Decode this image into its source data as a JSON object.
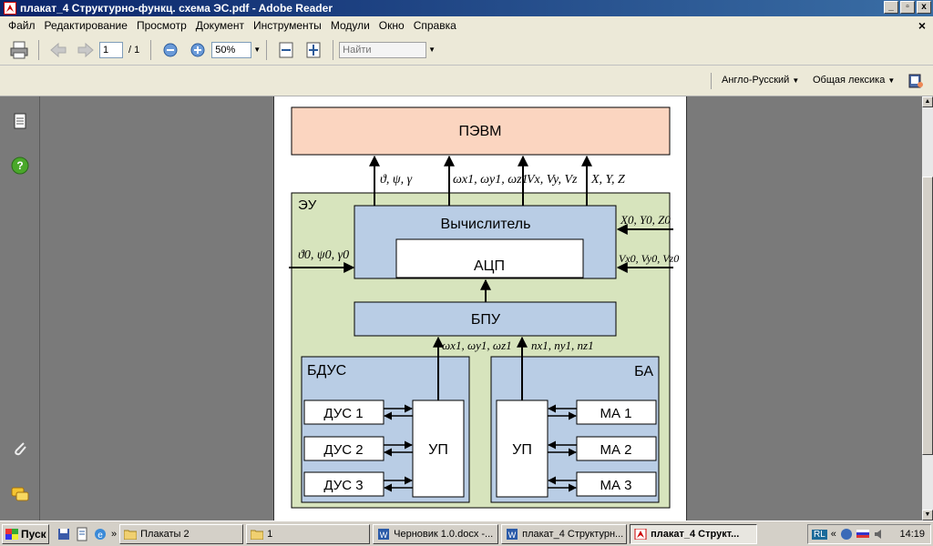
{
  "window": {
    "title": "плакат_4 Структурно-функц. схема ЭС.pdf - Adobe Reader",
    "min_label": "_",
    "max_label": "▫",
    "close_label": "x"
  },
  "menu": {
    "items": [
      "Файл",
      "Редактирование",
      "Просмотр",
      "Документ",
      "Инструменты",
      "Модули",
      "Окно",
      "Справка"
    ],
    "close_label": "×"
  },
  "toolbar": {
    "page_value": "1",
    "page_total": "/ 1",
    "zoom_value": "50%",
    "find_placeholder": "Найти"
  },
  "toolbar2": {
    "language": "Англо-Русский",
    "dictionary": "Общая лексика"
  },
  "diagram": {
    "pevm": "ПЭВМ",
    "eu": "ЭУ",
    "calculator": "Вычислитель",
    "adc": "АЦП",
    "bpu": "БПУ",
    "bdus": "БДУС",
    "ba": "БА",
    "dus": [
      "ДУС 1",
      "ДУС 2",
      "ДУС 3"
    ],
    "ma": [
      "МА 1",
      "МА 2",
      "МА 3"
    ],
    "up_left": "УП",
    "up_right": "УП",
    "out_angles": "ϑ, ψ, γ",
    "out_omega": "ωx1, ωy1, ωz1",
    "out_v": "Vx, Vy, Vz",
    "out_xyz": "X, Y, Z",
    "in_xyz0": "X0, Y0, Z0",
    "in_v0": "Vx0, Vy0, Vz0",
    "in_angles0": "ϑ0, ψ0, γ0",
    "omega_bdus": "ωx1, ωy1, ωz1",
    "n_ba": "nx1, ny1, nz1"
  },
  "taskbar": {
    "start": "Пуск",
    "tasks": [
      {
        "label": "Плакаты 2",
        "active": false
      },
      {
        "label": "1",
        "active": false
      },
      {
        "label": "Черновик 1.0.docx -...",
        "active": false
      },
      {
        "label": "плакат_4 Структурн...",
        "active": false
      },
      {
        "label": "плакат_4 Структ...",
        "active": true
      }
    ],
    "lang": "RL",
    "clock": "14:19"
  },
  "colors": {
    "pevm": "#fbd5c0",
    "eu": "#d7e4bd",
    "blocks": "#b9cde5",
    "titlebar": "#0a246a"
  }
}
